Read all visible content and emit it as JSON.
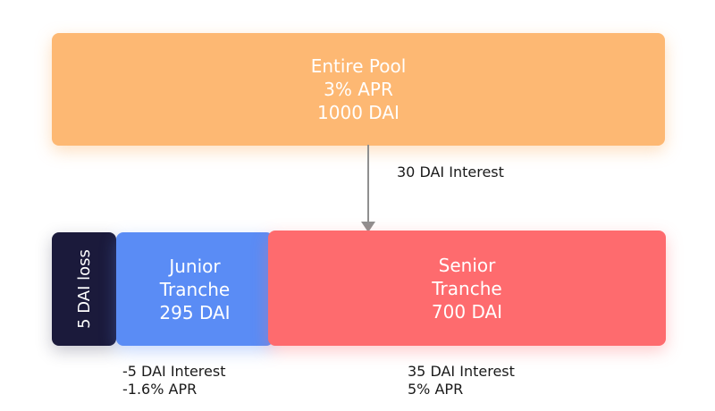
{
  "pool": {
    "title": "Entire Pool",
    "apr": "3% APR",
    "amount": "1000 DAI",
    "color": "#fdb873"
  },
  "flow": {
    "interest": "30 DAI Interest",
    "arrow_color": "#8f8f8f"
  },
  "loss": {
    "label": "5 DAI loss",
    "color": "#1b1a3b"
  },
  "junior": {
    "line1": "Junior",
    "line2": "Tranche",
    "amount": "295 DAI",
    "interest": "-5 DAI Interest",
    "apr": "-1.6% APR",
    "color": "#5a8cf5"
  },
  "senior": {
    "line1": "Senior",
    "line2": "Tranche",
    "amount": "700 DAI",
    "interest": "35 DAI Interest",
    "apr": "5% APR",
    "color": "#fe6b6e"
  }
}
